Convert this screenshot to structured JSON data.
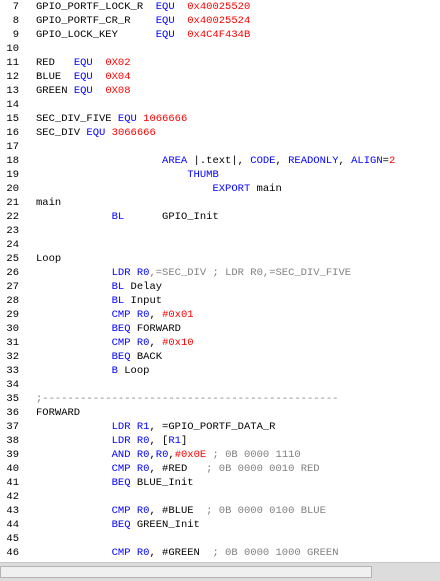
{
  "lines": [
    {
      "num": "7",
      "tokens": [
        [
          "GPIO_PORTF_LOCK_R  ",
          "plain"
        ],
        [
          "EQU",
          "kw"
        ],
        [
          "  ",
          "plain"
        ],
        [
          "0x40025520",
          "num"
        ]
      ]
    },
    {
      "num": "8",
      "tokens": [
        [
          "GPIO_PORTF_CR_R    ",
          "plain"
        ],
        [
          "EQU",
          "kw"
        ],
        [
          "  ",
          "plain"
        ],
        [
          "0x40025524",
          "num"
        ]
      ]
    },
    {
      "num": "9",
      "tokens": [
        [
          "GPIO_LOCK_KEY      ",
          "plain"
        ],
        [
          "EQU",
          "kw"
        ],
        [
          "  ",
          "plain"
        ],
        [
          "0x4C4F434B",
          "num"
        ]
      ]
    },
    {
      "num": "10",
      "tokens": []
    },
    {
      "num": "11",
      "tokens": [
        [
          "RED   ",
          "plain"
        ],
        [
          "EQU",
          "kw"
        ],
        [
          "  ",
          "plain"
        ],
        [
          "0X02",
          "num"
        ]
      ]
    },
    {
      "num": "12",
      "tokens": [
        [
          "BLUE  ",
          "plain"
        ],
        [
          "EQU",
          "kw"
        ],
        [
          "  ",
          "plain"
        ],
        [
          "0X04",
          "num"
        ]
      ]
    },
    {
      "num": "13",
      "tokens": [
        [
          "GREEN ",
          "plain"
        ],
        [
          "EQU",
          "kw"
        ],
        [
          "  ",
          "plain"
        ],
        [
          "0X08",
          "num"
        ]
      ]
    },
    {
      "num": "14",
      "tokens": []
    },
    {
      "num": "15",
      "tokens": [
        [
          "SEC_DIV_FIVE ",
          "plain"
        ],
        [
          "EQU",
          "kw"
        ],
        [
          " ",
          "plain"
        ],
        [
          "1066666",
          "num"
        ]
      ]
    },
    {
      "num": "16",
      "tokens": [
        [
          "SEC_DIV ",
          "plain"
        ],
        [
          "EQU",
          "kw"
        ],
        [
          " ",
          "plain"
        ],
        [
          "3066666",
          "num"
        ]
      ]
    },
    {
      "num": "17",
      "tokens": []
    },
    {
      "num": "18",
      "tokens": [
        [
          "                    ",
          "plain"
        ],
        [
          "AREA",
          "kw"
        ],
        [
          " |.text|, ",
          "plain"
        ],
        [
          "CODE",
          "kw"
        ],
        [
          ", ",
          "plain"
        ],
        [
          "READONLY",
          "kw"
        ],
        [
          ", ",
          "plain"
        ],
        [
          "ALIGN",
          "kw"
        ],
        [
          "=",
          "plain"
        ],
        [
          "2",
          "num"
        ]
      ]
    },
    {
      "num": "19",
      "tokens": [
        [
          "                        ",
          "plain"
        ],
        [
          "THUMB",
          "kw"
        ]
      ]
    },
    {
      "num": "20",
      "tokens": [
        [
          "                            ",
          "plain"
        ],
        [
          "EXPORT",
          "kw"
        ],
        [
          " main",
          "plain"
        ]
      ]
    },
    {
      "num": "21",
      "tokens": [
        [
          "main",
          "plain"
        ]
      ]
    },
    {
      "num": "22",
      "tokens": [
        [
          "            ",
          "plain"
        ],
        [
          "BL",
          "kw"
        ],
        [
          "      GPIO_Init",
          "plain"
        ]
      ]
    },
    {
      "num": "23",
      "tokens": []
    },
    {
      "num": "24",
      "tokens": []
    },
    {
      "num": "25",
      "tokens": [
        [
          "Loop",
          "plain"
        ]
      ]
    },
    {
      "num": "26",
      "tokens": [
        [
          "            ",
          "plain"
        ],
        [
          "LDR",
          "kw"
        ],
        [
          " ",
          "plain"
        ],
        [
          "R0",
          "reg"
        ],
        [
          ",=SEC_DIV ; LDR R0,=SEC_DIV_FIVE",
          "comment"
        ]
      ]
    },
    {
      "num": "27",
      "tokens": [
        [
          "            ",
          "plain"
        ],
        [
          "BL",
          "kw"
        ],
        [
          " Delay",
          "plain"
        ]
      ]
    },
    {
      "num": "28",
      "tokens": [
        [
          "            ",
          "plain"
        ],
        [
          "BL",
          "kw"
        ],
        [
          " Input",
          "plain"
        ]
      ]
    },
    {
      "num": "29",
      "tokens": [
        [
          "            ",
          "plain"
        ],
        [
          "CMP",
          "kw"
        ],
        [
          " ",
          "plain"
        ],
        [
          "R0",
          "reg"
        ],
        [
          ", ",
          "plain"
        ],
        [
          "#0x01",
          "num"
        ]
      ]
    },
    {
      "num": "30",
      "tokens": [
        [
          "            ",
          "plain"
        ],
        [
          "BEQ",
          "kw"
        ],
        [
          " FORWARD",
          "plain"
        ]
      ]
    },
    {
      "num": "31",
      "tokens": [
        [
          "            ",
          "plain"
        ],
        [
          "CMP",
          "kw"
        ],
        [
          " ",
          "plain"
        ],
        [
          "R0",
          "reg"
        ],
        [
          ", ",
          "plain"
        ],
        [
          "#0x10",
          "num"
        ]
      ]
    },
    {
      "num": "32",
      "tokens": [
        [
          "            ",
          "plain"
        ],
        [
          "BEQ",
          "kw"
        ],
        [
          " BACK",
          "plain"
        ]
      ]
    },
    {
      "num": "33",
      "tokens": [
        [
          "            ",
          "plain"
        ],
        [
          "B",
          "kw"
        ],
        [
          " Loop",
          "plain"
        ]
      ]
    },
    {
      "num": "34",
      "tokens": []
    },
    {
      "num": "35",
      "tokens": [
        [
          ";-----------------------------------------------",
          "comment"
        ]
      ]
    },
    {
      "num": "36",
      "tokens": [
        [
          "FORWARD",
          "plain"
        ]
      ]
    },
    {
      "num": "37",
      "tokens": [
        [
          "            ",
          "plain"
        ],
        [
          "LDR",
          "kw"
        ],
        [
          " ",
          "plain"
        ],
        [
          "R1",
          "reg"
        ],
        [
          ", =GPIO_PORTF_DATA_R",
          "plain"
        ]
      ]
    },
    {
      "num": "38",
      "tokens": [
        [
          "            ",
          "plain"
        ],
        [
          "LDR",
          "kw"
        ],
        [
          " ",
          "plain"
        ],
        [
          "R0",
          "reg"
        ],
        [
          ", [",
          "plain"
        ],
        [
          "R1",
          "reg"
        ],
        [
          "]",
          "plain"
        ]
      ]
    },
    {
      "num": "39",
      "tokens": [
        [
          "            ",
          "plain"
        ],
        [
          "AND",
          "kw"
        ],
        [
          " ",
          "plain"
        ],
        [
          "R0",
          "reg"
        ],
        [
          ",",
          "plain"
        ],
        [
          "R0",
          "reg"
        ],
        [
          ",",
          "plain"
        ],
        [
          "#0x0E",
          "num"
        ],
        [
          " ; 0B 0000 1110",
          "comment"
        ]
      ]
    },
    {
      "num": "40",
      "tokens": [
        [
          "            ",
          "plain"
        ],
        [
          "CMP",
          "kw"
        ],
        [
          " ",
          "plain"
        ],
        [
          "R0",
          "reg"
        ],
        [
          ", #RED  ",
          "plain"
        ],
        [
          " ; 0B 0000 0010 RED",
          "comment"
        ]
      ]
    },
    {
      "num": "41",
      "tokens": [
        [
          "            ",
          "plain"
        ],
        [
          "BEQ",
          "kw"
        ],
        [
          " BLUE_Init",
          "plain"
        ]
      ]
    },
    {
      "num": "42",
      "tokens": []
    },
    {
      "num": "43",
      "tokens": [
        [
          "            ",
          "plain"
        ],
        [
          "CMP",
          "kw"
        ],
        [
          " ",
          "plain"
        ],
        [
          "R0",
          "reg"
        ],
        [
          ", #BLUE ",
          "plain"
        ],
        [
          " ; 0B 0000 0100 BLUE",
          "comment"
        ]
      ]
    },
    {
      "num": "44",
      "tokens": [
        [
          "            ",
          "plain"
        ],
        [
          "BEQ",
          "kw"
        ],
        [
          " GREEN_Init",
          "plain"
        ]
      ]
    },
    {
      "num": "45",
      "tokens": []
    },
    {
      "num": "46",
      "tokens": [
        [
          "            ",
          "plain"
        ],
        [
          "CMP",
          "kw"
        ],
        [
          " ",
          "plain"
        ],
        [
          "R0",
          "reg"
        ],
        [
          ", #GREEN ",
          "plain"
        ],
        [
          " ; 0B 0000 1000 GREEN",
          "comment"
        ]
      ]
    }
  ],
  "colors": {
    "keyword": "#0000ff",
    "number": "#ff0000",
    "comment": "#808080",
    "text": "#000000"
  }
}
